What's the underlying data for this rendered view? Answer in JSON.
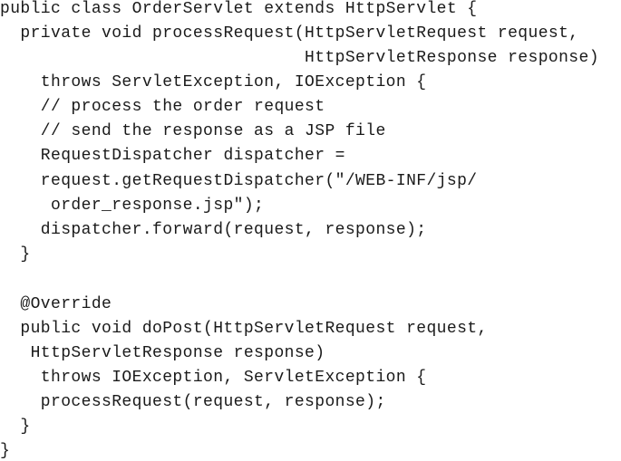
{
  "code": {
    "lines": [
      "public class OrderServlet extends HttpServlet {",
      "  private void processRequest(HttpServletRequest request,",
      "                              HttpServletResponse response)",
      "    throws ServletException, IOException {",
      "    // process the order request",
      "    // send the response as a JSP file",
      "    RequestDispatcher dispatcher =",
      "    request.getRequestDispatcher(\"/WEB-INF/jsp/",
      "     order_response.jsp\");",
      "    dispatcher.forward(request, response);",
      "  }",
      "",
      "  @Override",
      "  public void doPost(HttpServletRequest request,",
      "   HttpServletResponse response)",
      "    throws IOException, ServletException {",
      "    processRequest(request, response);",
      "  }",
      "}"
    ]
  }
}
